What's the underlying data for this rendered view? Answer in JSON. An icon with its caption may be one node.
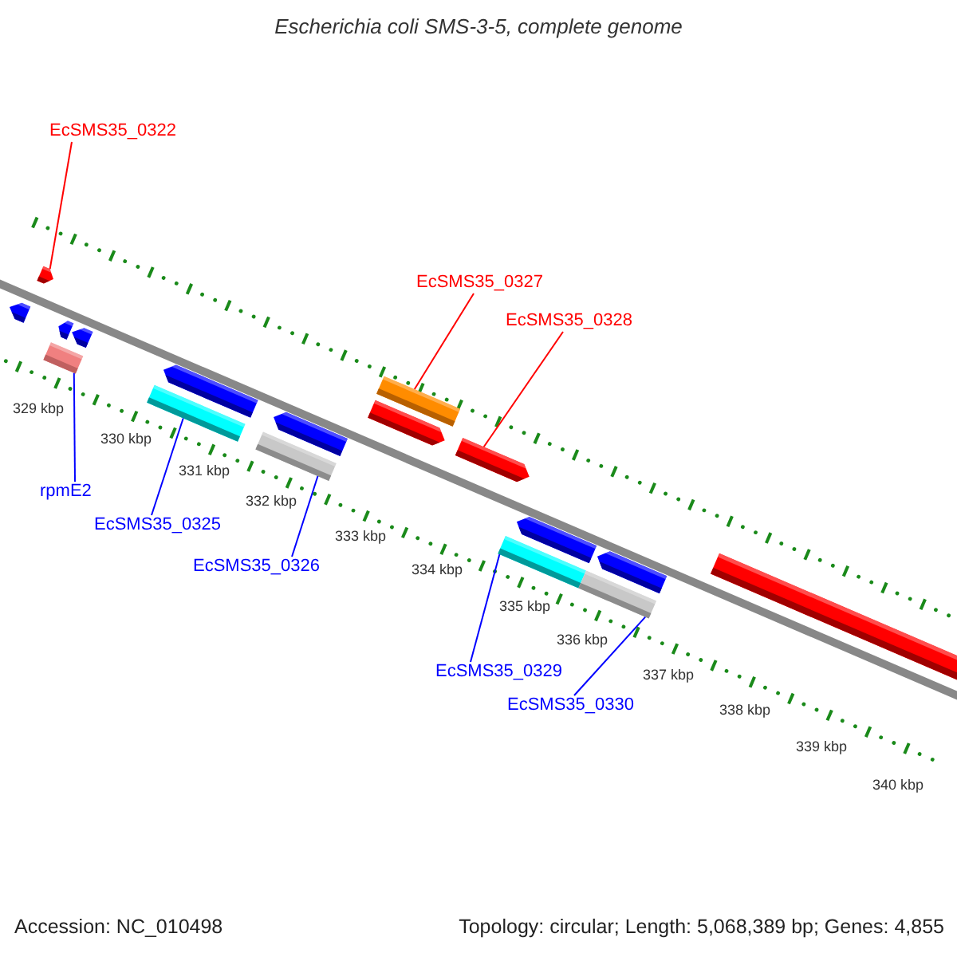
{
  "diagram": {
    "title": "Escherichia coli SMS-3-5, complete genome",
    "nodes": [
      {
        "text": [
          "EcSMS35_0322"
        ]
      },
      {
        "text": [
          "EcSMS35_0327"
        ]
      },
      {
        "text": [
          "EcSMS35_0328"
        ]
      },
      {
        "text": [
          "rpmE2"
        ]
      },
      {
        "text": [
          "EcSMS35_0325"
        ]
      },
      {
        "text": [
          "EcSMS35_0326"
        ]
      },
      {
        "text": [
          "EcSMS35_0329"
        ]
      },
      {
        "text": [
          "EcSMS35_0330"
        ]
      },
      {
        "text": [],
        "shape": "pentagon"
      },
      {
        "text": [],
        "shape": "pentagon"
      },
      {
        "text": [],
        "shape": "pentagon"
      },
      {
        "text": [],
        "shape": "pentagon"
      },
      {
        "text": [],
        "shape": "bar"
      },
      {
        "text": [],
        "shape": "pentagon"
      },
      {
        "text": [],
        "shape": "bar"
      },
      {
        "text": [],
        "shape": "pentagon"
      },
      {
        "text": [],
        "shape": "bar"
      },
      {
        "text": [],
        "shape": "bar"
      },
      {
        "text": [],
        "shape": "pentagon"
      },
      {
        "text": [],
        "shape": "pentagon"
      },
      {
        "text": [],
        "shape": "pentagon"
      },
      {
        "text": [],
        "shape": "bar"
      },
      {
        "text": [],
        "shape": "pentagon"
      },
      {
        "text": [],
        "shape": "bar"
      },
      {
        "text": [],
        "shape": "pentagon"
      }
    ],
    "edges": [
      {
        "from": 0,
        "to": 8,
        "arrow": "none",
        "color": "#ff0000"
      },
      {
        "from": 1,
        "to": 17,
        "arrow": "none",
        "color": "#ff0000"
      },
      {
        "from": 2,
        "to": 19,
        "arrow": "none",
        "color": "#ff0000"
      },
      {
        "from": 3,
        "to": 12,
        "arrow": "none"
      },
      {
        "from": 4,
        "to": 14,
        "arrow": "none"
      },
      {
        "from": 5,
        "to": 16,
        "arrow": "none"
      },
      {
        "from": 6,
        "to": 21,
        "arrow": "none"
      },
      {
        "from": 7,
        "to": 23,
        "arrow": "none"
      }
    ],
    "labels": [
      "329 kbp",
      "330 kbp",
      "331 kbp",
      "332 kbp",
      "333 kbp",
      "334 kbp",
      "335 kbp",
      "336 kbp",
      "337 kbp",
      "338 kbp",
      "339 kbp",
      "340 kbp",
      "Accession: NC_010498",
      "Topology: circular; Length: 5,068,389 bp; Genes: 4,855"
    ]
  }
}
